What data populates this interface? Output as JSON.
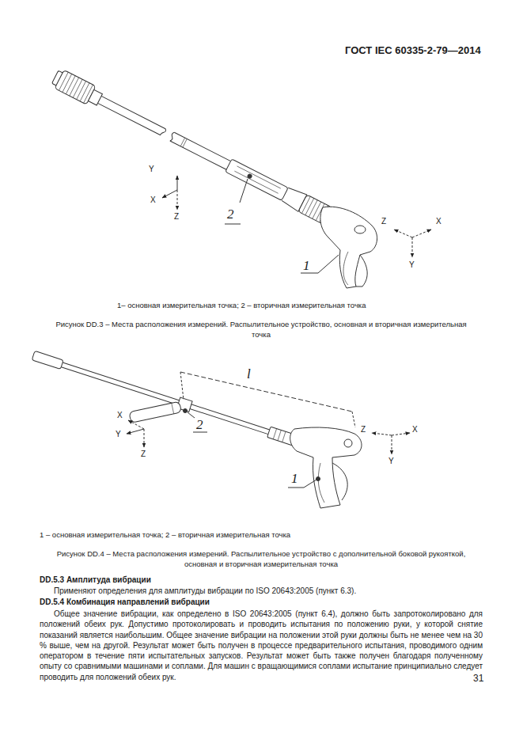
{
  "diagram": {
    "labels": [
      "ГОСТ IEC 60335-2-79—2014",
      "Y",
      "X",
      "Z",
      "2",
      "Z",
      "X",
      "Y",
      "1",
      "1– основная измерительная точка; 2 – вторичная измерительная точка",
      "Рисунок DD.3 – Места расположения измерений. Распылительное устройство, основная и вторичная измерительная точка",
      "l",
      "X",
      "Y",
      "Z",
      "2",
      "Z",
      "X",
      "Y",
      "1",
      "1 – основная измерительная точка; 2 – вторичная измерительная точка",
      "Рисунок DD.4 – Места расположения измерений. Распылительное устройство с дополнительной боковой рукояткой, основная и вторичная измерительная точка",
      "DD.5.3 Амплитуда вибрации",
      "Применяют определения для амплитуды вибрации по ISO 20643:2005 (пункт 6.3).",
      "DD.5.4 Комбинация направлений вибрации",
      "Общее значение вибрации, как определено в ISO 20643:2005 (пункт 6.4), должно быть запротоколировано для положений обеих рук. Допустимо протоколировать и проводить испытания по положению руки, у которой снятие показаний является наибольшим. Общее значение вибрации на положении этой руки должны быть не менее чем на 30 % выше, чем на другой. Результат может быть получен в процессе предварительного испытания, проводимого одним оператором в течение пяти испытательных запусков. Результат может быть также получен благодаря полученному опыту со сравнимыми машинами и соплами. Для машин с вращающимися соплами испытание принципиально следует проводить для положений обеих рук.",
      "31"
    ]
  }
}
